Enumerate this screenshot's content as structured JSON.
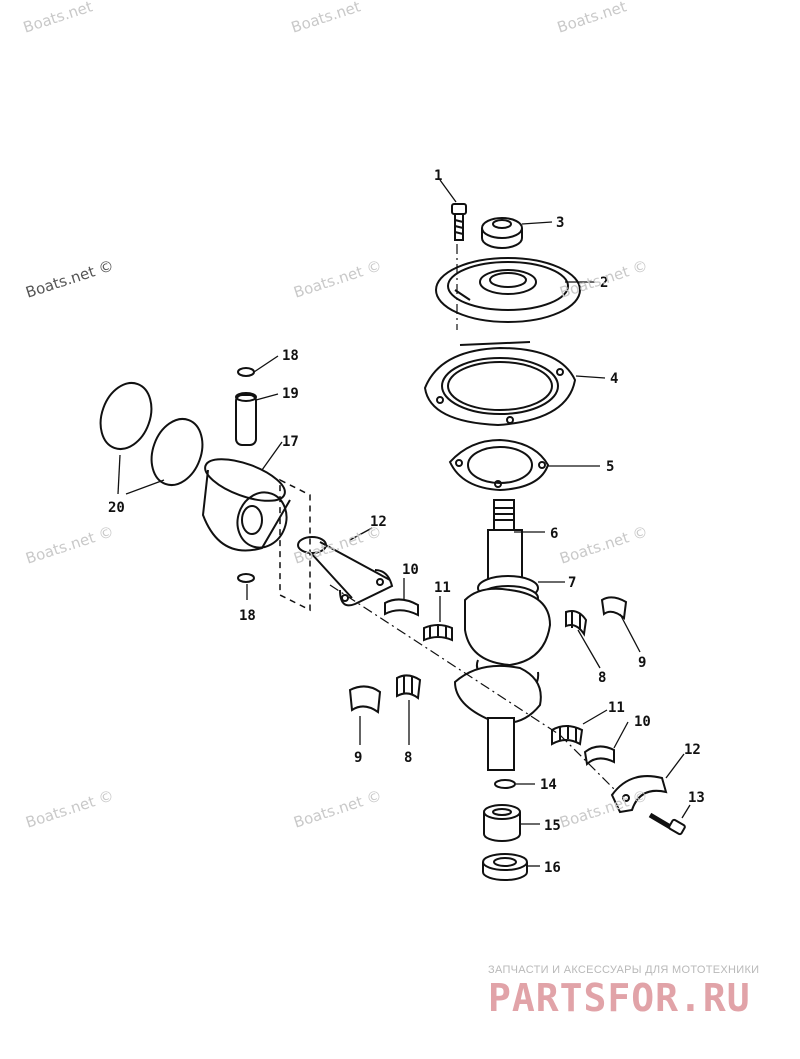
{
  "watermarks": [
    "Boats.net",
    "Boats.net",
    "Boats.net",
    "Boats.net ©",
    "Boats.net ©",
    "Boats.net ©",
    "Boats.net ©",
    "Boats.net ©",
    "Boats.net ©",
    "Boats.net ©",
    "Boats.net ©",
    "Boats.net ©"
  ],
  "callouts": [
    "1",
    "2",
    "3",
    "4",
    "5",
    "6",
    "7",
    "8",
    "9",
    "10",
    "11",
    "12",
    "13",
    "14",
    "15",
    "16",
    "17",
    "18",
    "19",
    "20"
  ],
  "branding": {
    "tagline": "ЗАПЧАСТИ И АКСЕССУАРЫ ДЛЯ МОТОТЕХНИКИ",
    "logo": "PARTSFOR.RU"
  },
  "colors": {
    "line": "#111111",
    "watermark": "#c9c9c9",
    "logo": "#e1a3a8"
  }
}
